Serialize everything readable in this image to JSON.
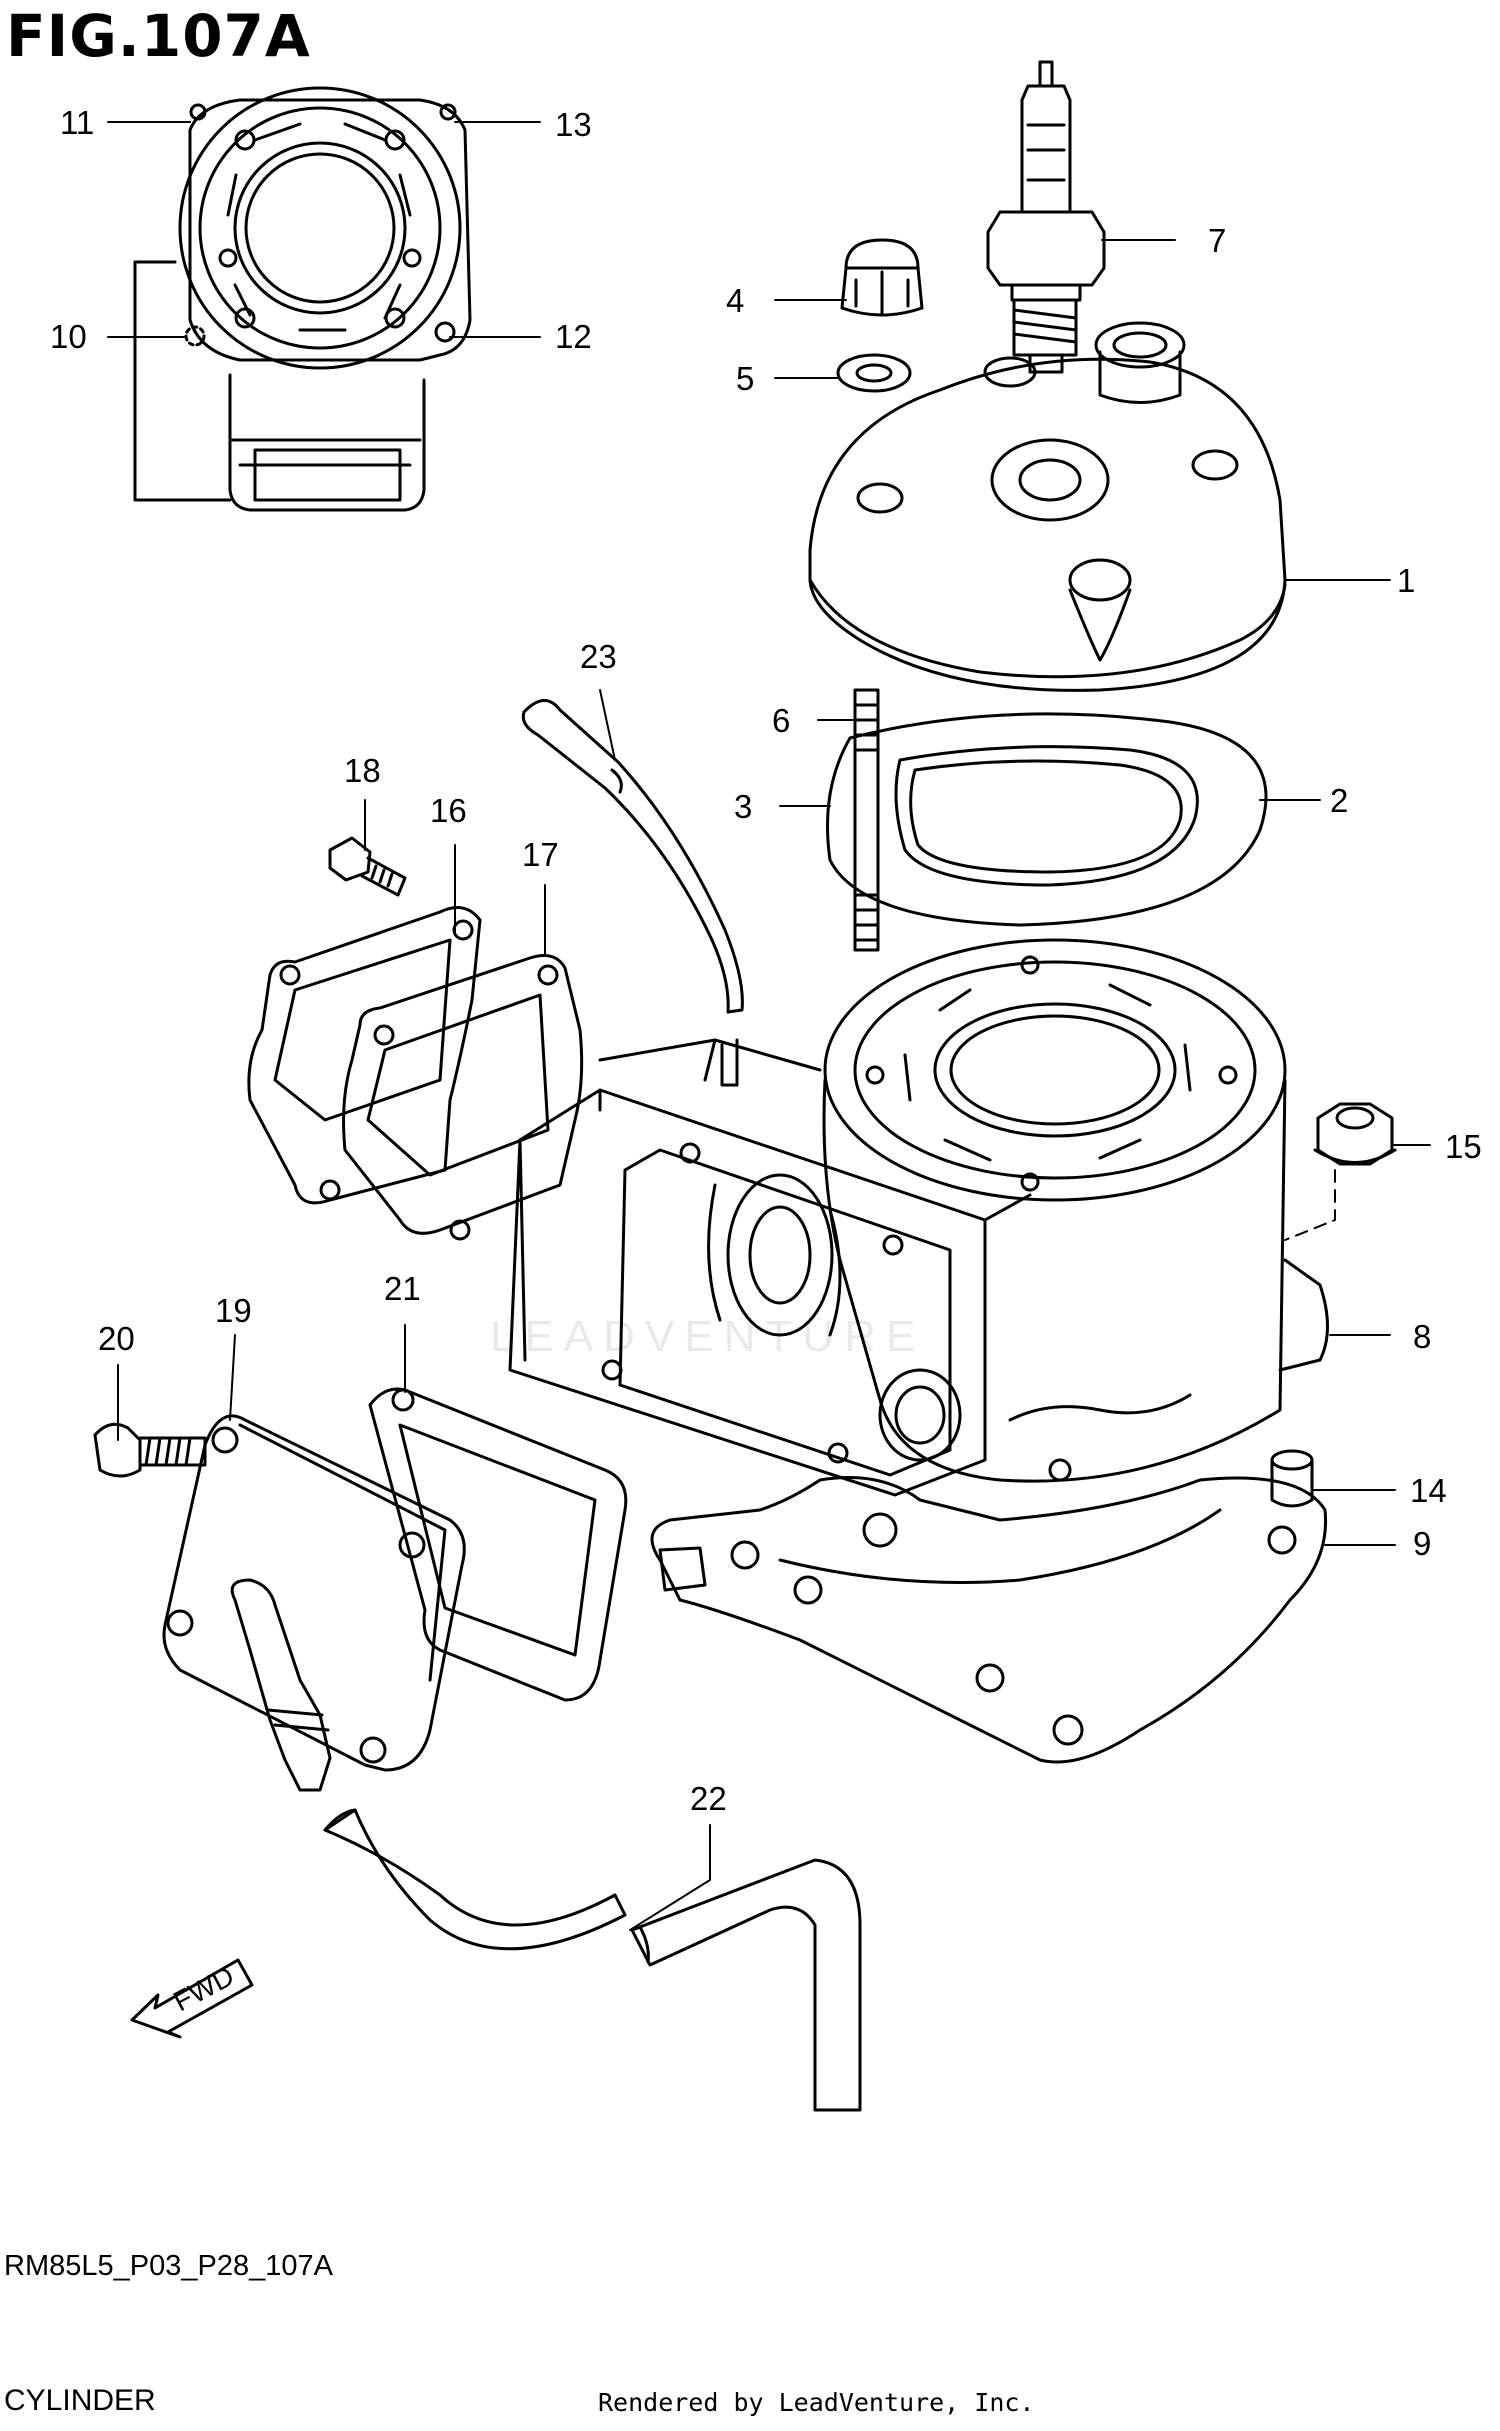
{
  "figure": {
    "title": "FIG.107A"
  },
  "watermark": "LEADVENTURE",
  "direction_badge": "FWD",
  "labels": [
    "1",
    "2",
    "3",
    "4",
    "5",
    "6",
    "7",
    "8",
    "9",
    "10",
    "11",
    "12",
    "13",
    "14",
    "15",
    "16",
    "17",
    "18",
    "19",
    "20",
    "21",
    "22",
    "23"
  ],
  "footer": {
    "reference": "RM85L5_P03_P28_107A",
    "caption": "CYLINDER",
    "credit": "Rendered by LeadVenture, Inc."
  }
}
